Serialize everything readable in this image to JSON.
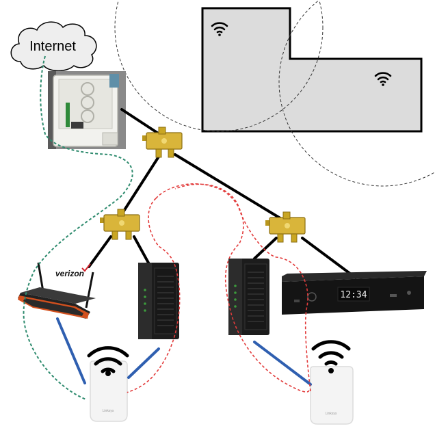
{
  "cloud": {
    "label": "Internet"
  },
  "router": {
    "brand": "verizon"
  },
  "settop": {
    "clock": "12:34"
  },
  "extenders": {
    "brand": "Linksys"
  },
  "colors": {
    "fiber_path": "#2e8b6e",
    "moca_path": "#e23b3b",
    "ethernet": "#2f5fb0",
    "coax": "#000000",
    "splitter": "#c9a623",
    "house": "#dcdcdc"
  },
  "icons": [
    "cloud-icon",
    "wifi-icon",
    "fiber-box-icon",
    "splitter-icon",
    "router-icon",
    "moca-adapter-icon",
    "set-top-box-icon",
    "mesh-node-icon"
  ]
}
